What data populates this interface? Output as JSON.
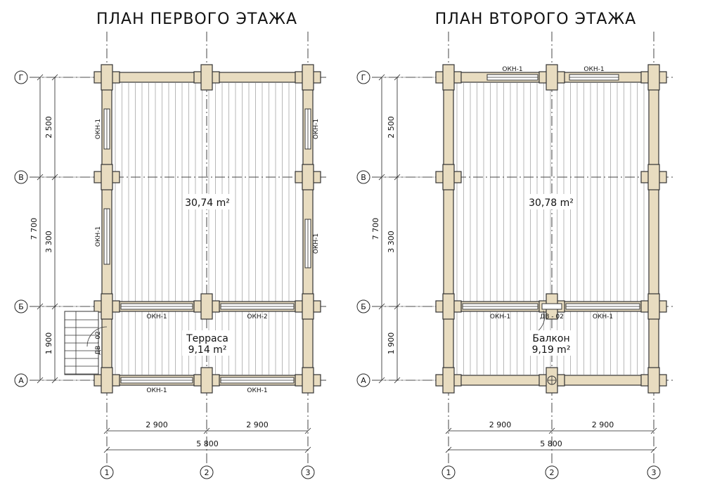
{
  "plans": [
    {
      "id": "first",
      "title": "ПЛАН ПЕРВОГО ЭТАЖА",
      "main_area": "30,74 m²",
      "secondary_name": "Терраса",
      "secondary_area": "9,14 m²",
      "interior_window_labels": [
        "ОКН-1",
        "ОКН-2"
      ],
      "bottom_window_labels": [
        "ОКН-1",
        "ОКН-1"
      ],
      "top_window_labels": [],
      "left_window_labels": [
        "ОКН-1",
        "ОКН-1"
      ],
      "right_window_labels": [
        "ОКН-1",
        "ОКН-1"
      ],
      "door_label": "ДВ - 02"
    },
    {
      "id": "second",
      "title": "ПЛАН ВТОРОГО ЭТАЖА",
      "main_area": "30,78 m²",
      "secondary_name": "Балкон",
      "secondary_area": "9,19 m²",
      "interior_window_labels": [
        "ОКН-1",
        "ОКН-1"
      ],
      "bottom_window_labels": [],
      "top_window_labels": [
        "ОКН-1",
        "ОКН-1"
      ],
      "left_window_labels": [],
      "right_window_labels": [],
      "door_label": "ДВ - 02"
    }
  ],
  "row_axes": [
    "Г",
    "В",
    "Б",
    "А"
  ],
  "col_axes": [
    "1",
    "2",
    "3"
  ],
  "vertical_dims": [
    "2 500",
    "3 300",
    "1 900"
  ],
  "vertical_total": "7 700",
  "horizontal_dims": [
    "2 900",
    "2 900"
  ],
  "horizontal_total": "5 800",
  "colors": {
    "wall_fill": "#e8dcc0",
    "line": "#222222"
  }
}
